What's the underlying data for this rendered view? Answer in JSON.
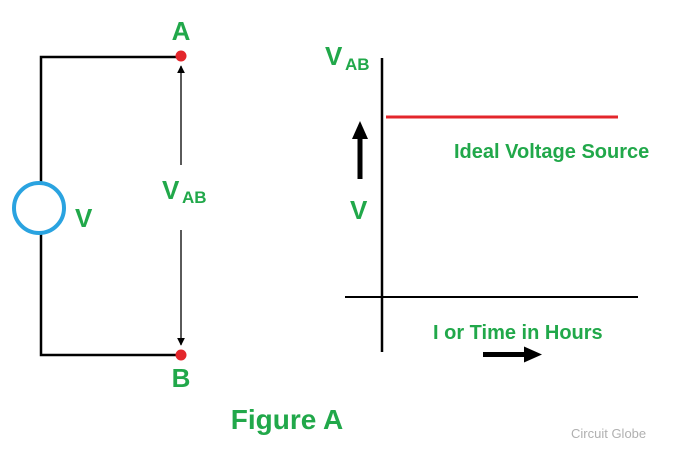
{
  "colors": {
    "label_green": "#21a84a",
    "wire_black": "#000000",
    "node_red": "#e3262b",
    "source_blue": "#2aa3e0",
    "ideal_line_red": "#e3262b",
    "watermark_gray": "#b0b0b0"
  },
  "circuit": {
    "node_a_label": "A",
    "node_b_label": "B",
    "source_label": "V",
    "vab_main": "V",
    "vab_sub": "AB"
  },
  "graph": {
    "y_axis_main": "V",
    "y_axis_sub": "AB",
    "series_label": "Ideal Voltage Source",
    "v_label": "V",
    "x_axis_label": "I or Time in Hours"
  },
  "caption": "Figure A",
  "watermark": "Circuit Globe"
}
